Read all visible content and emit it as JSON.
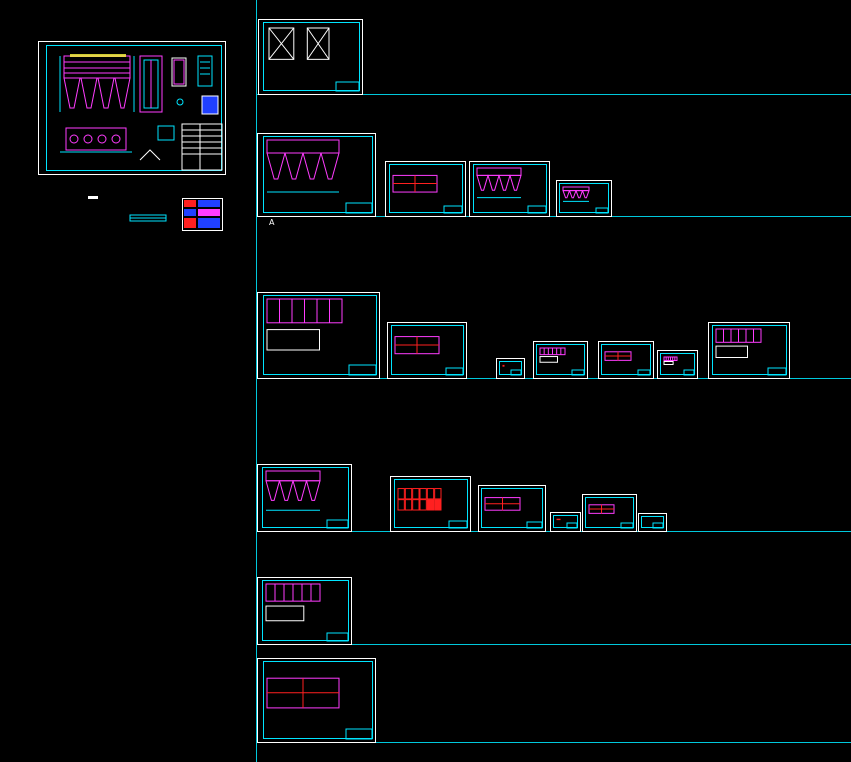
{
  "app": {
    "label_a": "A"
  },
  "colors": {
    "background": "#000000",
    "sheet_border": "#ffffff",
    "frame": "#00e5ff",
    "row_line": "#00c8dc",
    "shape_magenta": "#ff3cff",
    "shape_red": "#ff2020",
    "shape_blue": "#2040ff",
    "shape_yellow": "#ffff40",
    "shape_green": "#40ff40"
  },
  "sheets": [
    {
      "id": "main-overview",
      "row": 0,
      "style": "overview"
    },
    {
      "id": "row1-sheet1",
      "row": 1,
      "style": "frames"
    },
    {
      "id": "row2-sheet1",
      "row": 2,
      "style": "hoppers"
    },
    {
      "id": "row2-sheet2",
      "row": 2,
      "style": "plan"
    },
    {
      "id": "row2-sheet3",
      "row": 2,
      "style": "hoppers"
    },
    {
      "id": "row2-sheet4",
      "row": 2,
      "style": "hoppers"
    },
    {
      "id": "row3-sheet1",
      "row": 3,
      "style": "section"
    },
    {
      "id": "row3-sheet2",
      "row": 3,
      "style": "plan"
    },
    {
      "id": "row3-sheet3",
      "row": 3,
      "style": "small"
    },
    {
      "id": "row3-sheet4",
      "row": 3,
      "style": "section"
    },
    {
      "id": "row3-sheet5",
      "row": 3,
      "style": "plan"
    },
    {
      "id": "row3-sheet6",
      "row": 3,
      "style": "section"
    },
    {
      "id": "row3-sheet7",
      "row": 3,
      "style": "section"
    },
    {
      "id": "row4-sheet1",
      "row": 4,
      "style": "hoppers"
    },
    {
      "id": "row4-sheet2",
      "row": 4,
      "style": "redgrid"
    },
    {
      "id": "row4-sheet3",
      "row": 4,
      "style": "plan"
    },
    {
      "id": "row4-sheet4",
      "row": 4,
      "style": "small"
    },
    {
      "id": "row4-sheet5",
      "row": 4,
      "style": "plan"
    },
    {
      "id": "row4-sheet6",
      "row": 4,
      "style": "small"
    },
    {
      "id": "row5-sheet1",
      "row": 5,
      "style": "section"
    },
    {
      "id": "row6-sheet1",
      "row": 6,
      "style": "plan"
    }
  ]
}
